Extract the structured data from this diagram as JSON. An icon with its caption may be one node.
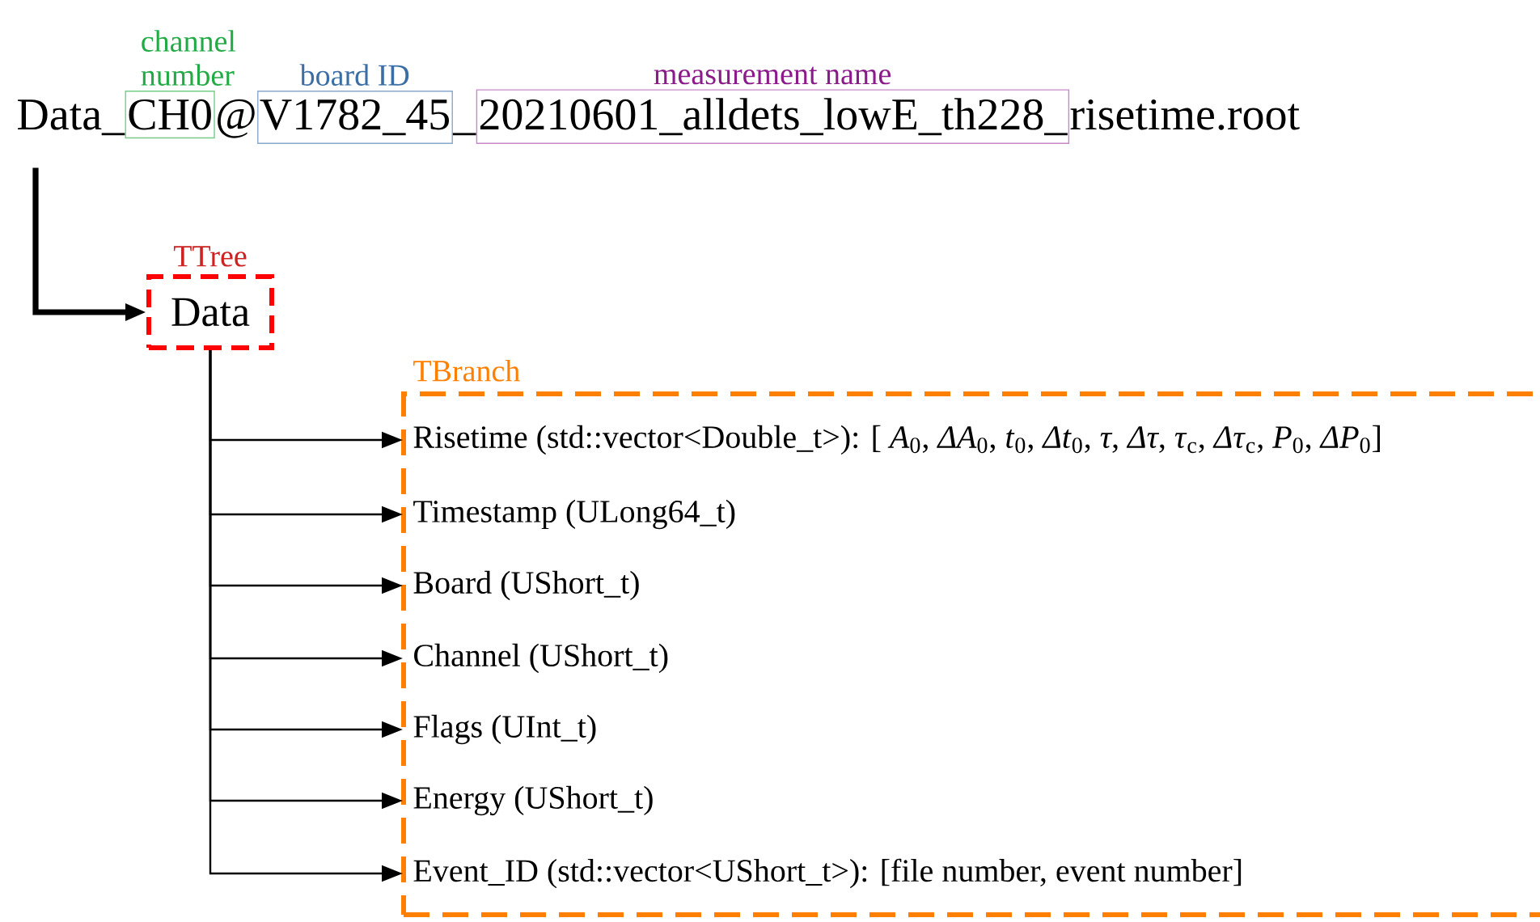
{
  "diagram": {
    "nodes": [
      {
        "text": [
          "Data_"
        ]
      },
      {
        "text": [
          "channel number",
          "CH0"
        ]
      },
      {
        "text": [
          "board ID",
          "V1782_45"
        ]
      },
      {
        "text": [
          "measurement name",
          "20210601_alldets_lowE_th228_"
        ]
      },
      {
        "text": [
          "TTree",
          "Data"
        ]
      },
      {
        "text": [
          "TBranch"
        ]
      },
      {
        "text": [
          "Risetime (std::vector<Double_t>): [ *A*$_{0}$, *ΔA*$_{0}$, *t*$_{0}$, *Δt*$_{0}$, *τ*, *Δτ*, *τ*$_{c}$, *Δτ*$_{c}$, *P*$_{0}$, *ΔP*$_{0}$]"
        ],
        "in": 5
      },
      {
        "text": [
          "Timestamp (ULong64_t)"
        ],
        "in": 5
      },
      {
        "text": [
          "Board (UShort_t)"
        ],
        "in": 5
      },
      {
        "text": [
          "Channel (UShort_t)"
        ],
        "in": 5
      },
      {
        "text": [
          "Flags (UInt_t)"
        ],
        "in": 5
      },
      {
        "text": [
          "Energy (UShort_t)"
        ],
        "in": 5
      },
      {
        "text": [
          "Event_ID (std::vector<UShort_t>): [file number, event number]"
        ],
        "in": 5
      }
    ],
    "edges": [
      {
        "from": 0,
        "to": 4,
        "arrow": "to",
        "style": "thick"
      },
      {
        "from": 4,
        "to": 6,
        "arrow": "to"
      },
      {
        "from": 4,
        "to": 7,
        "arrow": "to"
      },
      {
        "from": 4,
        "to": 8,
        "arrow": "to"
      },
      {
        "from": 4,
        "to": 9,
        "arrow": "to"
      },
      {
        "from": 4,
        "to": 10,
        "arrow": "to"
      },
      {
        "from": 4,
        "to": 11,
        "arrow": "to"
      },
      {
        "from": 4,
        "to": 12,
        "arrow": "to"
      }
    ],
    "labels": [
      "@",
      "_",
      "risetime.root"
    ]
  }
}
